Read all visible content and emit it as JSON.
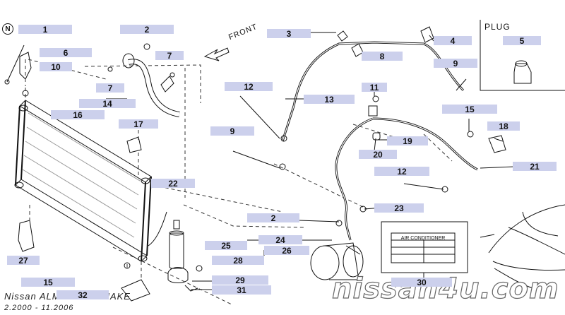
{
  "diagram": {
    "front_label": "FRONT",
    "plug_box_title": "PLUG",
    "n_symbol": "N",
    "ac_label_text": "AIR CONDITIONER",
    "footer": {
      "title": "Nissan ALMERA UK MAKE",
      "period": "2.2000 - 11.2006"
    },
    "watermark": "nissan4u.com",
    "callouts": [
      {
        "id": "c1",
        "label": "1"
      },
      {
        "id": "c2a",
        "label": "2"
      },
      {
        "id": "c3",
        "label": "3"
      },
      {
        "id": "c4",
        "label": "4"
      },
      {
        "id": "c5",
        "label": "5"
      },
      {
        "id": "c6",
        "label": "6"
      },
      {
        "id": "c7a",
        "label": "7"
      },
      {
        "id": "c7b",
        "label": "7"
      },
      {
        "id": "c8",
        "label": "8"
      },
      {
        "id": "c9a",
        "label": "9"
      },
      {
        "id": "c9b",
        "label": "9"
      },
      {
        "id": "c10",
        "label": "10"
      },
      {
        "id": "c11",
        "label": "11"
      },
      {
        "id": "c12a",
        "label": "12"
      },
      {
        "id": "c12b",
        "label": "12"
      },
      {
        "id": "c13",
        "label": "13"
      },
      {
        "id": "c14",
        "label": "14"
      },
      {
        "id": "c15a",
        "label": "15"
      },
      {
        "id": "c15b",
        "label": "15"
      },
      {
        "id": "c16",
        "label": "16"
      },
      {
        "id": "c17",
        "label": "17"
      },
      {
        "id": "c18",
        "label": "18"
      },
      {
        "id": "c19",
        "label": "19"
      },
      {
        "id": "c20",
        "label": "20"
      },
      {
        "id": "c21",
        "label": "21"
      },
      {
        "id": "c22",
        "label": "22"
      },
      {
        "id": "c23",
        "label": "23"
      },
      {
        "id": "c24",
        "label": "24"
      },
      {
        "id": "c25",
        "label": "25"
      },
      {
        "id": "c26",
        "label": "26"
      },
      {
        "id": "c27",
        "label": "27"
      },
      {
        "id": "c28",
        "label": "28"
      },
      {
        "id": "c29",
        "label": "29"
      },
      {
        "id": "c30",
        "label": "30"
      },
      {
        "id": "c31",
        "label": "31"
      },
      {
        "id": "c32",
        "label": "32"
      },
      {
        "id": "c2b",
        "label": "2"
      }
    ]
  }
}
